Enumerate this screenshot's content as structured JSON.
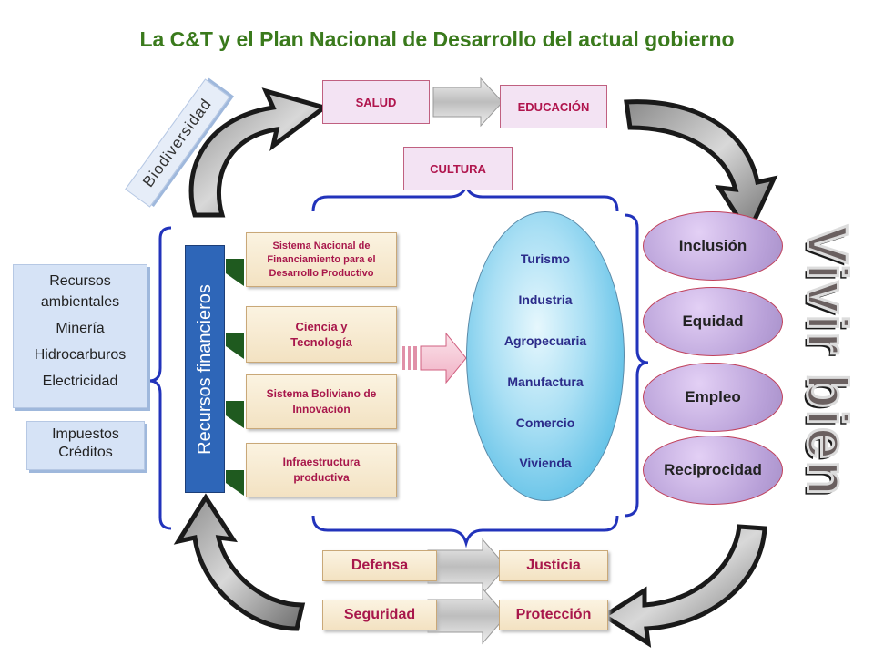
{
  "title": "La C&T y el Plan Nacional de Desarrollo del actual gobierno",
  "top_boxes": {
    "salud": "SALUD",
    "educacion": "EDUCACIÓN",
    "cultura": "CULTURA"
  },
  "biodiversidad": "Biodiversidad",
  "left_resources": {
    "item1": "Recursos ambientales",
    "item2": "Minería",
    "item3": "Hidrocarburos",
    "item4": "Electricidad"
  },
  "left_finance": {
    "item1": "Impuestos",
    "item2": "Créditos"
  },
  "recursos_financieros": "Recursos financieros",
  "instruments": {
    "item1": "Sistema Nacional de Financiamiento para el Desarrollo Productivo",
    "item2": "Ciencia y Tecnología",
    "item3": "Sistema Boliviano de Innovación",
    "item4": "Infraestructura productiva"
  },
  "sectors": [
    "Turismo",
    "Industria",
    "Agropecuaria",
    "Manufactura",
    "Comercio",
    "Vivienda"
  ],
  "outcomes": [
    "Inclusión",
    "Equidad",
    "Empleo",
    "Reciprocidad"
  ],
  "vivir_bien": "Vivir bien",
  "bottom_pairs": {
    "defensa": "Defensa",
    "justicia": "Justicia",
    "seguridad": "Seguridad",
    "proteccion": "Protección"
  }
}
